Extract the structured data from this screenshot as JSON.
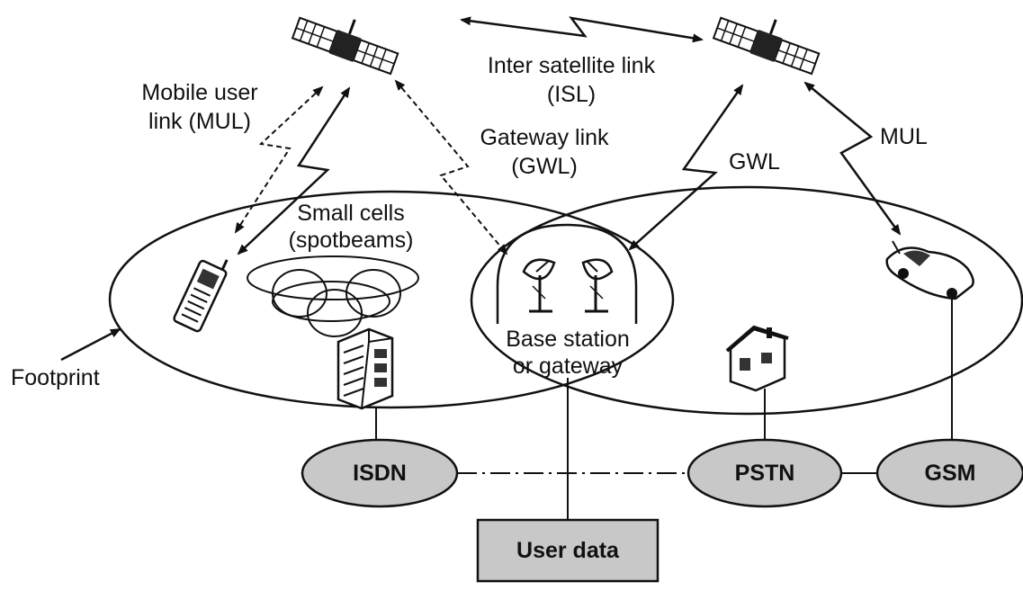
{
  "labels": {
    "isl_line1": "Inter satellite link",
    "isl_line2": "(ISL)",
    "mul_line1": "Mobile user",
    "mul_line2": "link (MUL)",
    "gwl_line1": "Gateway link",
    "gwl_line2": "(GWL)",
    "gwl_right": "GWL",
    "mul_right": "MUL",
    "cells_line1": "Small cells",
    "cells_line2": "(spotbeams)",
    "base_line1": "Base station",
    "base_line2": "or gateway",
    "footprint": "Footprint"
  },
  "networks": {
    "isdn": "ISDN",
    "pstn": "PSTN",
    "gsm": "GSM",
    "user_data": "User data"
  },
  "colors": {
    "ink": "#111111",
    "node_fill": "#c8c8c8",
    "background": "#ffffff"
  }
}
